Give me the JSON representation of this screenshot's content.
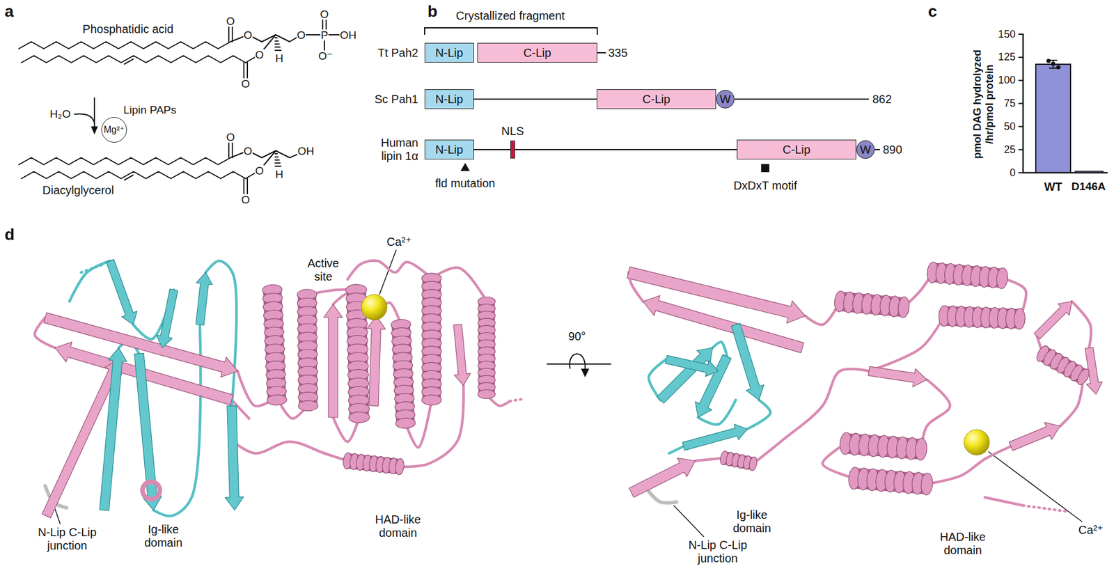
{
  "diagram": {
    "nodes": [
      {
        "text": [
          "Mg²⁺"
        ]
      },
      {
        "text": [
          "N-Lip"
        ]
      },
      {
        "text": [
          "C-Lip"
        ]
      },
      {
        "text": [
          "N-Lip"
        ]
      },
      {
        "text": [
          "C-Lip"
        ]
      },
      {
        "text": [
          "W"
        ]
      },
      {
        "text": [
          "N-Lip"
        ]
      },
      {
        "text": [
          "C-Lip"
        ]
      },
      {
        "text": [
          "W"
        ]
      }
    ],
    "edges": [
      {
        "from": 3,
        "to": 4,
        "arrow": "none"
      },
      {
        "from": 6,
        "to": 7,
        "arrow": "none"
      }
    ],
    "labels": [
      "a",
      "Phosphatidic acid",
      "O",
      "O",
      "O",
      "O",
      "P",
      "OH",
      "O⁻",
      "O",
      "H",
      "O",
      "H₂O",
      "Lipin PAPs",
      "O",
      "O",
      "OH",
      "O",
      "H",
      "O",
      "Diacylglycerol",
      "b",
      "Crystallized fragment",
      "Tt Pah2",
      "335",
      "Sc Pah1",
      "862",
      "Human lipin 1α",
      "NLS",
      "890",
      "fld mutation",
      "DxDxT motif",
      "c",
      "pmol DAG hydrolyzed /hr/pmol protein",
      "150",
      "125",
      "100",
      "75",
      "50",
      "25",
      "0",
      "WT",
      "D146A",
      "d",
      "Active site",
      "Ca²⁺",
      "N-Lip C-Lip junction",
      "Ig-like domain",
      "HAD-like domain",
      "90°",
      "Ig-like domain",
      "N-Lip C-Lip junction",
      "HAD-like domain",
      "Ca²⁺"
    ]
  }
}
